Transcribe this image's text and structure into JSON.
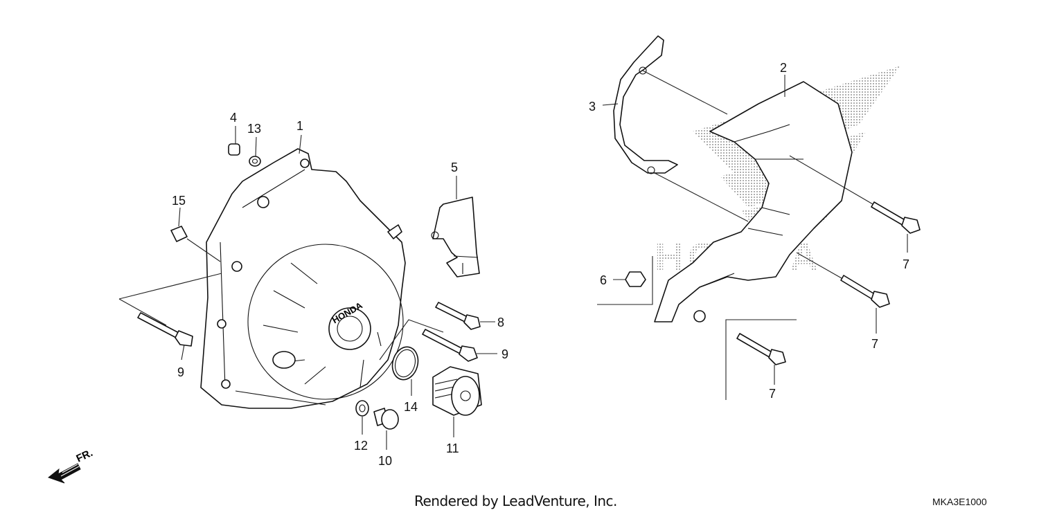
{
  "callouts": {
    "c1": "1",
    "c2": "2",
    "c3": "3",
    "c4": "4",
    "c5": "5",
    "c6": "6",
    "c7a": "7",
    "c7b": "7",
    "c7c": "7",
    "c8": "8",
    "c9a": "9",
    "c9b": "9",
    "c10": "10",
    "c11": "11",
    "c12": "12",
    "c13": "13",
    "c14": "14",
    "c15": "15"
  },
  "cover_marking": "HONDA",
  "watermark": "HONDA",
  "direction_label": "FR.",
  "credit": "Rendered by LeadVenture, Inc.",
  "diagram_code": "MKA3E1000",
  "colors": {
    "ink": "#111111",
    "background": "#ffffff",
    "watermark": "#bdbdbd"
  }
}
